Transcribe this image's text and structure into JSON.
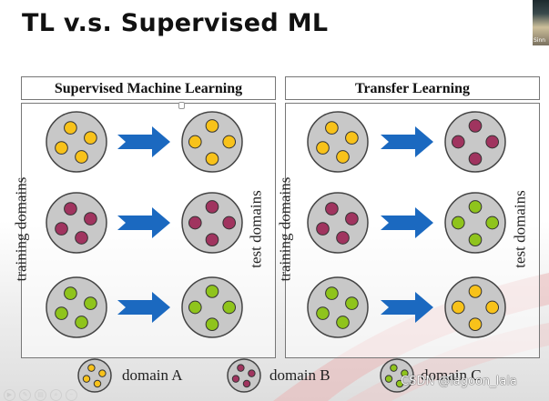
{
  "slide": {
    "title": "TL v.s. Supervised ML",
    "presenter_thumbnail_label": "Sinn"
  },
  "colors": {
    "domain_A": "#f8c21a",
    "domain_B": "#a0345f",
    "domain_C": "#8fc41c",
    "cluster_fill": "#c8c8c8",
    "arrow": "#1b69c0"
  },
  "panels": [
    {
      "title": "Supervised Machine Learning",
      "left_label": "training domains",
      "right_label": "test domains",
      "rows": [
        {
          "train": "A",
          "test": "A"
        },
        {
          "train": "B",
          "test": "B"
        },
        {
          "train": "C",
          "test": "C"
        }
      ]
    },
    {
      "title": "Transfer Learning",
      "left_label": "training domains",
      "right_label": "test domains",
      "rows": [
        {
          "train": "A",
          "test": "B"
        },
        {
          "train": "B",
          "test": "C"
        },
        {
          "train": "C",
          "test": "A"
        }
      ]
    }
  ],
  "legend": [
    {
      "domain": "A",
      "label": "domain A"
    },
    {
      "domain": "B",
      "label": "domain B"
    },
    {
      "domain": "C",
      "label": "domain C"
    }
  ],
  "watermark": "CSDN @lagoon_lala",
  "toolbar_icons": [
    "play-icon",
    "pen-icon",
    "copy-icon",
    "zoom-icon",
    "minus-icon"
  ]
}
